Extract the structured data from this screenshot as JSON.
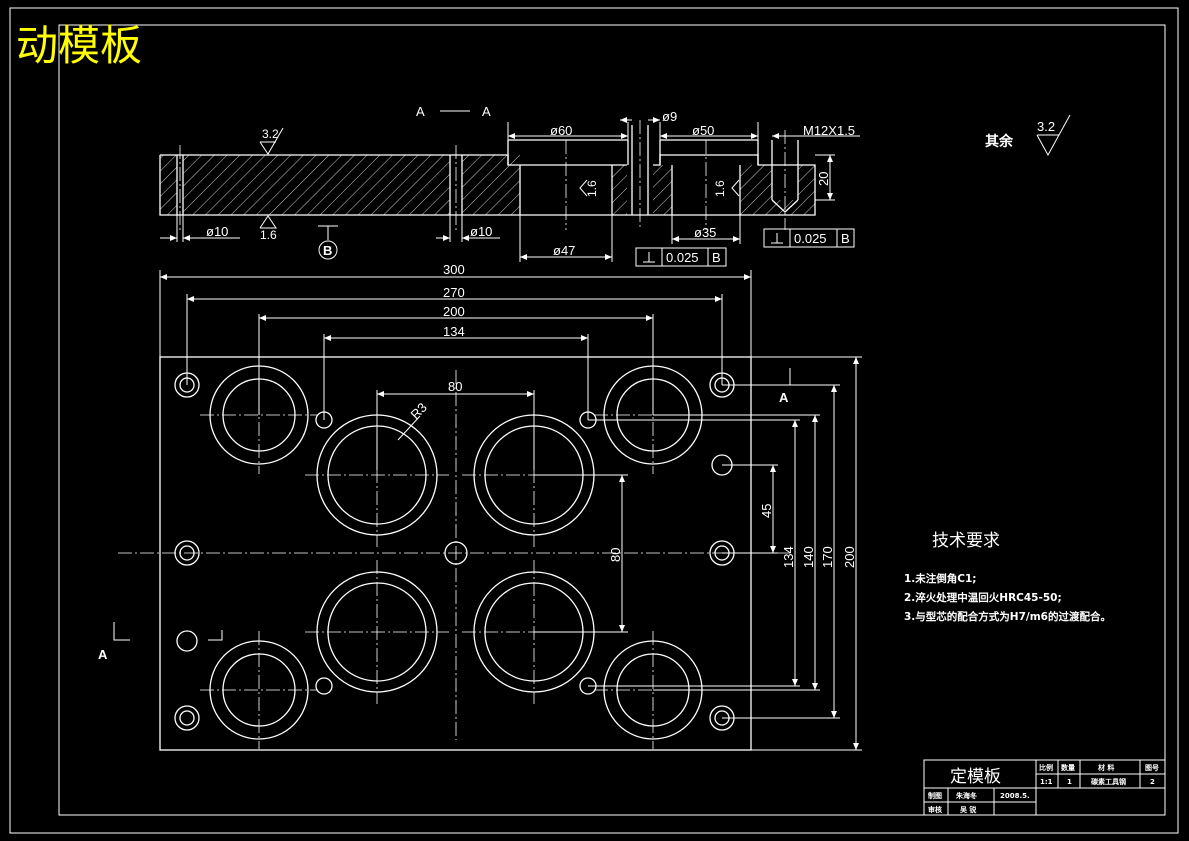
{
  "drawing": {
    "main_title": "动模板",
    "section_label": "A — A",
    "section_marker": "A",
    "datum_label": "B",
    "roughness_general": "3.2",
    "roughness_fine": "1.6",
    "remaining_label": "其余",
    "remaining_roughness": "3.2",
    "section_dims": {
      "d60": "ø60",
      "d9": "ø9",
      "d50": "ø50",
      "thread": "M12X1.5",
      "depth20": "20",
      "d10_left": "ø10",
      "d10_mid": "ø10",
      "d35": "ø35",
      "d47": "ø47",
      "perp_tol": "0.025",
      "perp_datum": "B"
    },
    "plan_dims": {
      "w300": "300",
      "w270": "270",
      "w200": "200",
      "w134": "134",
      "w80": "80",
      "r3": "R3",
      "h45": "45",
      "h80": "80",
      "h134": "134",
      "h140": "140",
      "h170": "170",
      "h200": "200"
    },
    "tech": {
      "title": "技术要求",
      "items": [
        "1.未注倒角C1;",
        "2.淬火处理中温回火HRC45-50;",
        "3.与型芯的配合方式为H7/m6的过渡配合。"
      ]
    },
    "title_block": {
      "part_name": "定模板",
      "h_scale": "比例",
      "h_qty": "数量",
      "h_material": "材 料",
      "h_drawing_no": "图号",
      "scale": "1:1",
      "qty": "1",
      "material": "碳素工具钢",
      "drawing_no": "2",
      "drawn_label": "制图",
      "drawn_name": "朱海冬",
      "date": "2008.5.",
      "check_label": "审核",
      "check_name": "吴 锐"
    }
  }
}
